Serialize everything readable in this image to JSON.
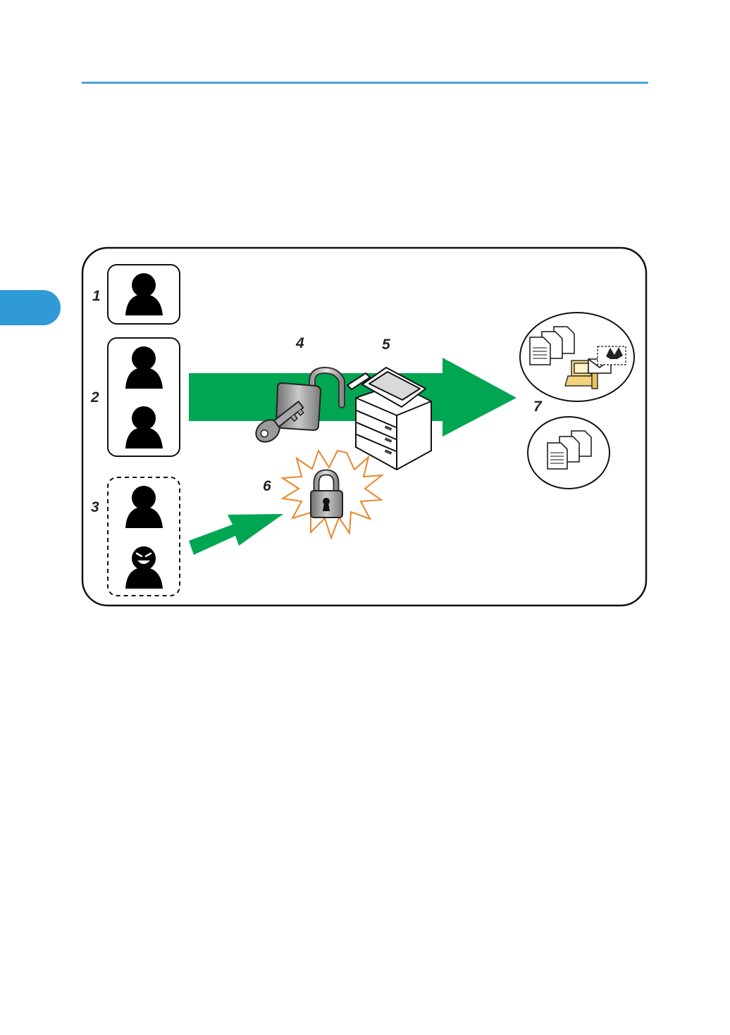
{
  "labels": {
    "n1": "1",
    "n2": "2",
    "n3": "3",
    "n4": "4",
    "n5": "5",
    "n6": "6",
    "n7": "7"
  },
  "colors": {
    "header_rule": "#4aa3d8",
    "chapter_tab": "#2f9ad6",
    "arrow_green": "#00a651",
    "burst_orange": "#e8862a"
  },
  "icons": [
    "user-icon",
    "malicious-user-icon",
    "open-padlock-with-key-icon",
    "multifunction-printer-icon",
    "locked-padlock-icon",
    "documents-icon",
    "computer-icon",
    "envelope-icon",
    "fax-icon"
  ]
}
